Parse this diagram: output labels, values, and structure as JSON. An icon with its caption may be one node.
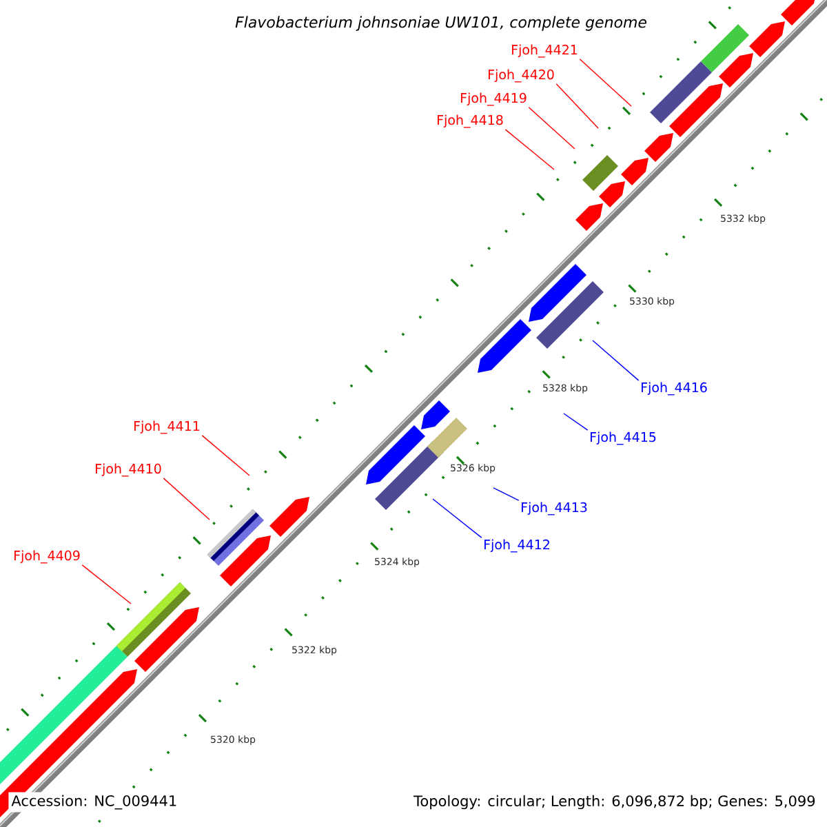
{
  "diagram": {
    "title": "Flavobacterium johnsoniae UW101, complete genome",
    "nodes": [
      {
        "text": [
          "Fjoh_4421"
        ]
      },
      {
        "text": [
          "Fjoh_4420"
        ]
      },
      {
        "text": [
          "Fjoh_4419"
        ]
      },
      {
        "text": [
          "Fjoh_4418"
        ]
      },
      {
        "text": [
          "Fjoh_4416"
        ]
      },
      {
        "text": [
          "Fjoh_4411"
        ]
      },
      {
        "text": [
          "Fjoh_4415"
        ]
      },
      {
        "text": [
          "Fjoh_4410"
        ]
      },
      {
        "text": [
          "Fjoh_4413"
        ]
      },
      {
        "text": [
          "Fjoh_4412"
        ]
      },
      {
        "text": [
          "Fjoh_4409"
        ]
      }
    ],
    "edges": [
      {
        "from": 0,
        "to": null,
        "arrow": "none"
      },
      {
        "from": 1,
        "to": null,
        "arrow": "none"
      },
      {
        "from": 2,
        "to": null,
        "arrow": "none"
      },
      {
        "from": 3,
        "to": null,
        "arrow": "none"
      },
      {
        "from": 4,
        "to": null,
        "arrow": "none",
        "color": "#0000ff"
      },
      {
        "from": 5,
        "to": null,
        "arrow": "none"
      },
      {
        "from": 6,
        "to": null,
        "arrow": "none",
        "color": "#0000ff"
      },
      {
        "from": 7,
        "to": null,
        "arrow": "none"
      },
      {
        "from": 8,
        "to": null,
        "arrow": "none",
        "color": "#0000ff"
      },
      {
        "from": 9,
        "to": null,
        "arrow": "none",
        "color": "#0000ff"
      },
      {
        "from": 10,
        "to": null,
        "arrow": "none"
      }
    ],
    "labels": [
      "5332 kbp",
      "5330 kbp",
      "5328 kbp",
      "5326 kbp",
      "5324 kbp",
      "5322 kbp",
      "5320 kbp",
      "Accession: NC_009441",
      "Topology: circular; Length: 6,096,872 bp; Genes: 5,099"
    ]
  }
}
